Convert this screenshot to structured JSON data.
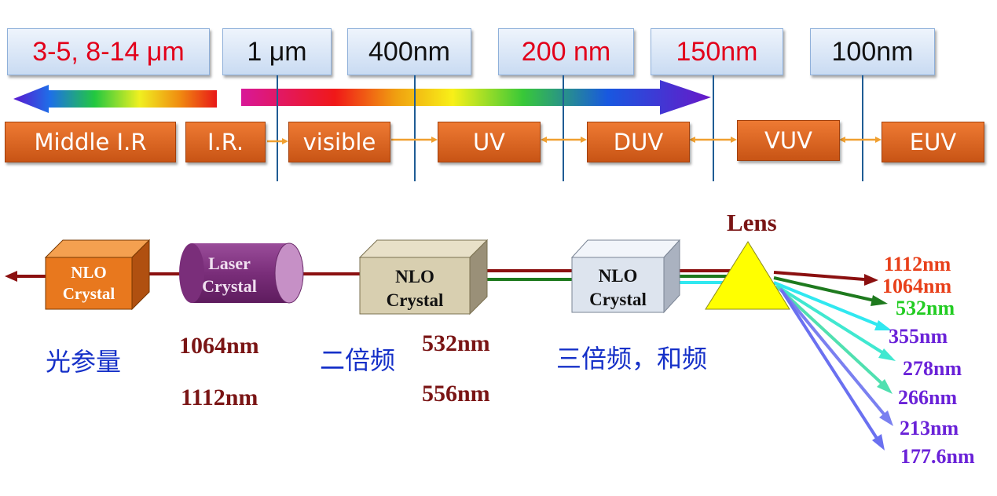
{
  "wavelengths": [
    {
      "text": "3-5, 8-14 μm",
      "color": "#e2001a"
    },
    {
      "text": "1 μm",
      "color": "#111111"
    },
    {
      "text": "400nm",
      "color": "#111111"
    },
    {
      "text": "200 nm",
      "color": "#e2001a"
    },
    {
      "text": "150nm",
      "color": "#e2001a"
    },
    {
      "text": "100nm",
      "color": "#111111"
    }
  ],
  "bands": [
    "Middle  I.R",
    "I.R.",
    "visible",
    "UV",
    "DUV",
    "VUV",
    "EUV"
  ],
  "crystals": {
    "opo": "NLO\nCrystal",
    "laser": "Laser\nCrystal",
    "shg": "NLO\nCrystal",
    "thg": "NLO\nCrystal"
  },
  "lens_label": "Lens",
  "chinese_labels": {
    "opo": "光参量",
    "shg": "二倍频",
    "thg": "三倍频，和频"
  },
  "process_wavelengths": {
    "fundamental": [
      "1064nm",
      "1112nm"
    ],
    "second_harmonic": [
      "532nm",
      "556nm"
    ]
  },
  "outputs": [
    {
      "text": "1112nm",
      "color": "#e8401a"
    },
    {
      "text": "1064nm",
      "color": "#e8401a"
    },
    {
      "text": "532nm",
      "color": "#22cc22"
    },
    {
      "text": "355nm",
      "color": "#6a22d8"
    },
    {
      "text": "278nm",
      "color": "#6a22d8"
    },
    {
      "text": "266nm",
      "color": "#6a22d8"
    },
    {
      "text": "213nm",
      "color": "#6a22d8"
    },
    {
      "text": "177.6nm",
      "color": "#6a22d8"
    }
  ],
  "colors": {
    "beam_red": "#8b1010",
    "beam_green": "#1e7a1e",
    "band_arrow": "#f0a030",
    "lens_fill": "#ffff00"
  }
}
